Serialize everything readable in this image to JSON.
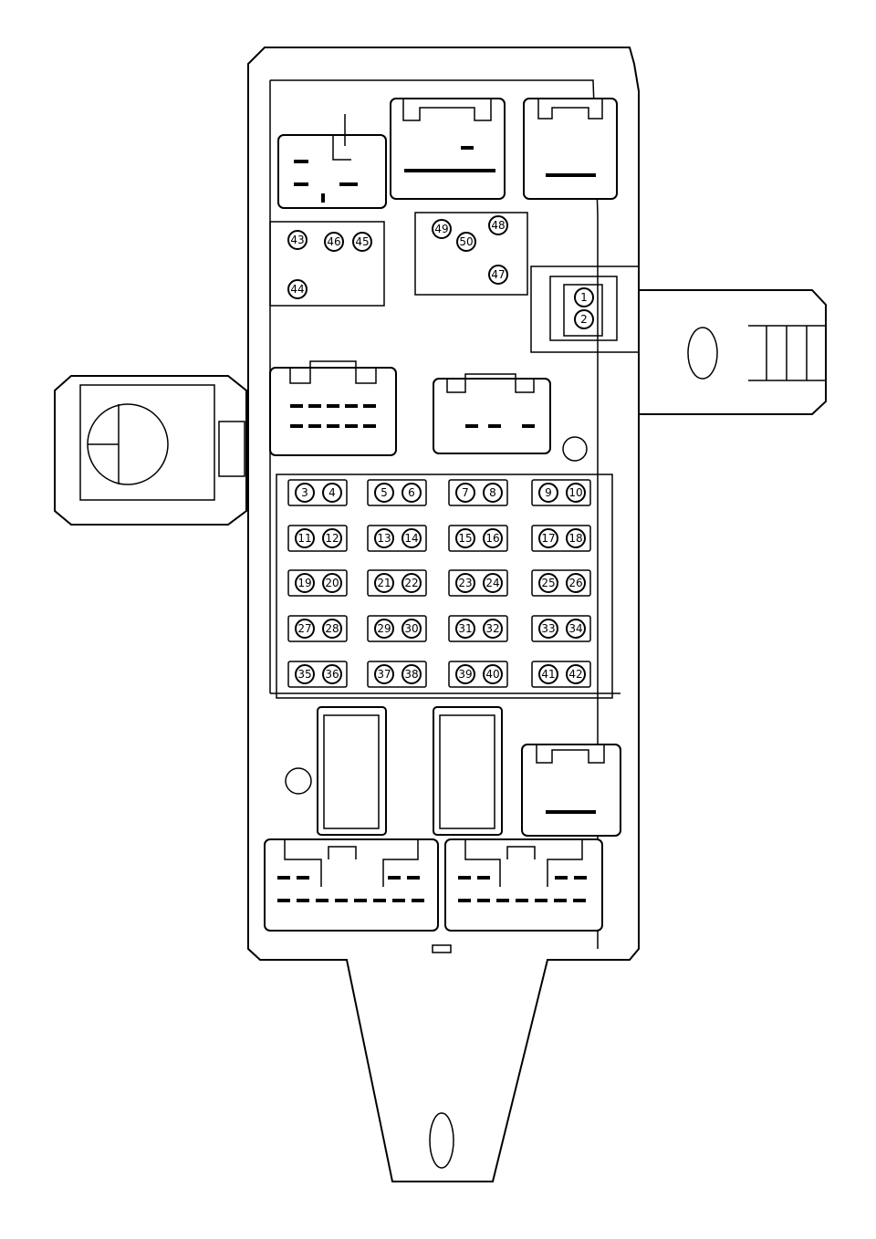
{
  "diagram": {
    "colors": {
      "line": "#000000",
      "background": "#ffffff"
    },
    "fuse_positions": [
      "3",
      "4",
      "5",
      "6",
      "7",
      "8",
      "9",
      "10",
      "11",
      "12",
      "13",
      "14",
      "15",
      "16",
      "17",
      "18",
      "19",
      "20",
      "21",
      "22",
      "23",
      "24",
      "25",
      "26",
      "27",
      "28",
      "29",
      "30",
      "31",
      "32",
      "33",
      "34",
      "35",
      "36",
      "37",
      "38",
      "39",
      "40",
      "41",
      "42"
    ],
    "relay_positions": [
      "1",
      "2",
      "43",
      "44",
      "45",
      "46",
      "47",
      "48",
      "49",
      "50"
    ]
  }
}
